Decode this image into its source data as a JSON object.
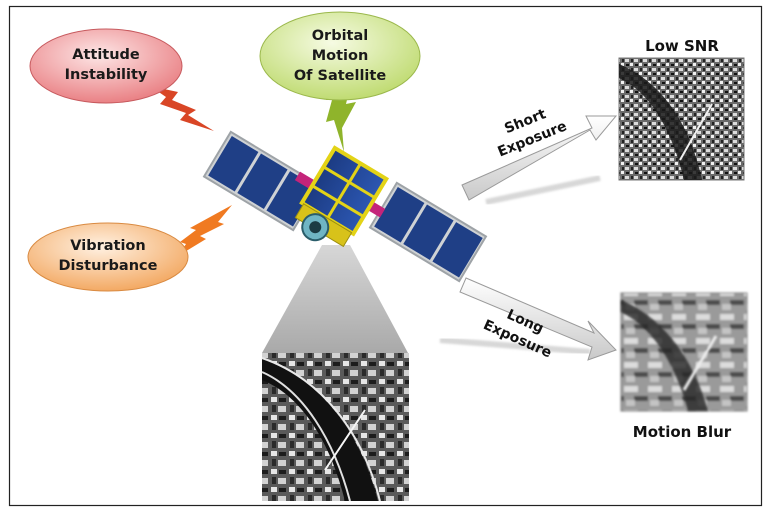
{
  "bubbles": {
    "attitude": {
      "line1": "Attitude",
      "line2": "Instability",
      "fill": "#f29a9a"
    },
    "orbital": {
      "line1": "Orbital",
      "line2": "Motion",
      "line3": "Of Satellite",
      "fill": "#d8ee9a"
    },
    "vibration": {
      "line1": "Vibration",
      "line2": "Disturbance",
      "fill": "#f6b07a"
    }
  },
  "arrows": {
    "short_exposure": {
      "line1": "Short",
      "line2": "Exposure"
    },
    "long_exposure": {
      "line1": "Long",
      "line2": "Exposure"
    }
  },
  "captions": {
    "low_snr": "Low SNR",
    "motion_blur": "Motion Blur"
  },
  "colors": {
    "panel": "#1f3f86",
    "panel_frame": "#c9cccf",
    "satellite_gold": "#e3d316",
    "lightning_red": "#d94626",
    "lightning_green": "#8fb42b",
    "lightning_orange": "#f07a21"
  }
}
